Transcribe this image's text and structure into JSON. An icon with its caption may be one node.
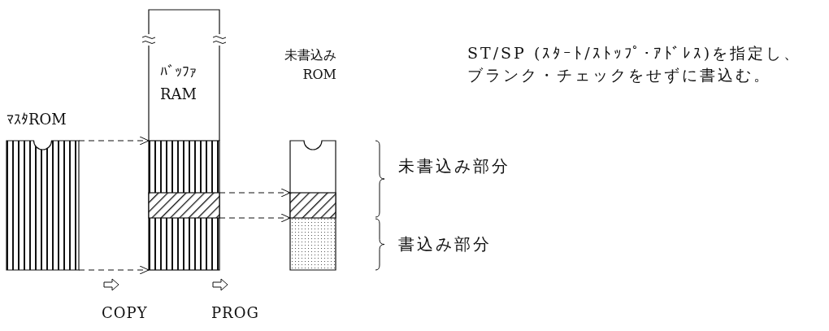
{
  "diagram": {
    "nodes": [
      {
        "text": [
          "ﾏｽﾀROM"
        ]
      },
      {
        "text": [
          "ﾊﾞｯﾌｧ RAM"
        ]
      },
      {
        "text": [],
        "shape": "bar",
        "in": 1
      },
      {
        "text": [
          "未書込み ROM"
        ]
      },
      {
        "text": [],
        "shape": "bar",
        "in": 3
      }
    ],
    "edges": [
      {
        "from": 0,
        "to": 1,
        "arrow": "to",
        "style": "dashed"
      },
      {
        "from": 0,
        "to": 1,
        "arrow": "to",
        "style": "dashed"
      },
      {
        "from": 2,
        "to": 4,
        "arrow": "to",
        "style": "dashed"
      },
      {
        "from": 2,
        "to": 4,
        "arrow": "to",
        "style": "dashed"
      }
    ],
    "labels": [
      "ST/SP (ｽﾀｰﾄ/ｽﾄｯﾌﾟ･ｱﾄﾞﾚｽ)を指定し、ブランク・チェックをせずに書込む。",
      "未書込み部分",
      "書込み部分",
      "COPY",
      "PROG"
    ]
  }
}
